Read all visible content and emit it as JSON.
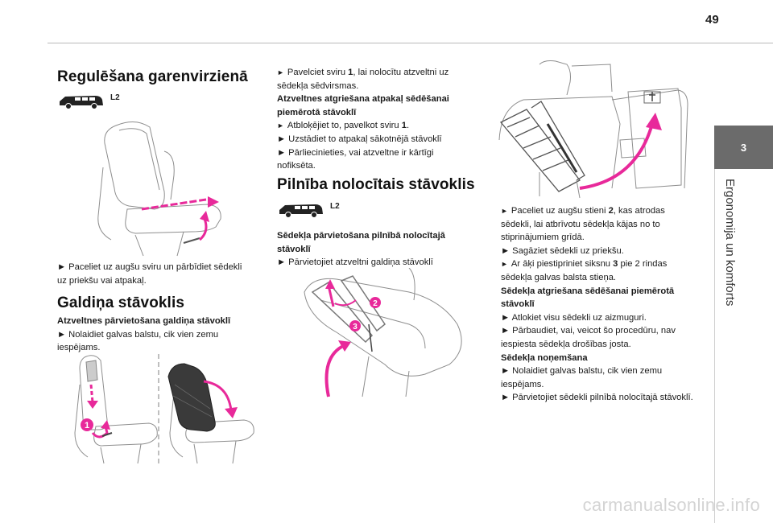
{
  "page": {
    "number": "49"
  },
  "chapter": {
    "tab_number": "3",
    "title": "Ergonomija un komforts"
  },
  "col1": {
    "heading1": "Regulēšana garenvirzienā",
    "badge1": "L2",
    "text1": [
      "► Paceliet uz augšu sviru un pārbīdiet sēdekli",
      "uz priekšu vai atpakaļ."
    ],
    "heading2": "Galdiņa stāvoklis",
    "text2_title": "Atzveltnes pārvietošana galdiņa stāvoklī",
    "text2": [
      "► Nolaidiet galvas balstu, cik vien zemu",
      "iespējams."
    ],
    "callout1": "1"
  },
  "col2": {
    "lines1": [
      "► Pavelciet sviru 1, lai nolocītu atzveltni uz",
      "sēdekļa sēdvirsmas."
    ],
    "subtitle1": [
      "Atzveltnes atgriešana atpakaļ sēdēšanai",
      "piemērotā stāvoklī"
    ],
    "lines2": [
      "► Atbloķējiet to, pavelkot sviru 1.",
      "► Uzstādiet to atpakaļ sākotnējā stāvoklī",
      "► Pārliecinieties, vai atzveltne ir kārtīgi",
      "nofiksēta."
    ],
    "heading": "Pilnība nolocītais stāvoklis",
    "badge": "L2",
    "subtitle2": [
      "Sēdekļa pārvietošana pilnībā nolocītajā",
      "stāvoklī"
    ],
    "lines3": [
      "► Pārvietojiet atzveltni galdiņa stāvoklī"
    ],
    "callouts": [
      "2",
      "3"
    ]
  },
  "col3": {
    "lines1": [
      "► Paceliet uz augšu stieni 2, kas atrodas",
      "sēdekli, lai atbrīvotu sēdekļa kājas no to",
      "stiprinājumiem grīdā.",
      "► Sagāziet sēdekli uz priekšu.",
      "► Ar āķi piestipriniet siksnu 3 pie 2 rindas",
      "sēdekļa galvas balsta stieņa."
    ],
    "subtitle1": [
      "Sēdekļa atgriešana sēdēšanai piemērotā",
      "stāvoklī"
    ],
    "lines2": [
      "► Atlokiet visu sēdekli uz aizmuguri.",
      "► Pārbaudiet, vai, veicot šo procedūru, nav",
      "iespiesta sēdekļa drošības josta."
    ],
    "subtitle2": "Sēdekļa noņemšana",
    "lines3": [
      "► Nolaidiet galvas balstu, cik vien zemu",
      "iespējams.",
      "► Pārvietojiet sēdekli pilnībā nolocītajā stāvoklī."
    ]
  },
  "watermark": "carmanualsonline.info",
  "colors": {
    "accent": "#e8299a",
    "tab": "#6b6b6b",
    "line": "#9a9a9a"
  },
  "icons": [
    "van-icon",
    "seat-slide-illustration",
    "seat-table-illustration",
    "seat-fold-illustration",
    "seat-tumble-illustration"
  ]
}
